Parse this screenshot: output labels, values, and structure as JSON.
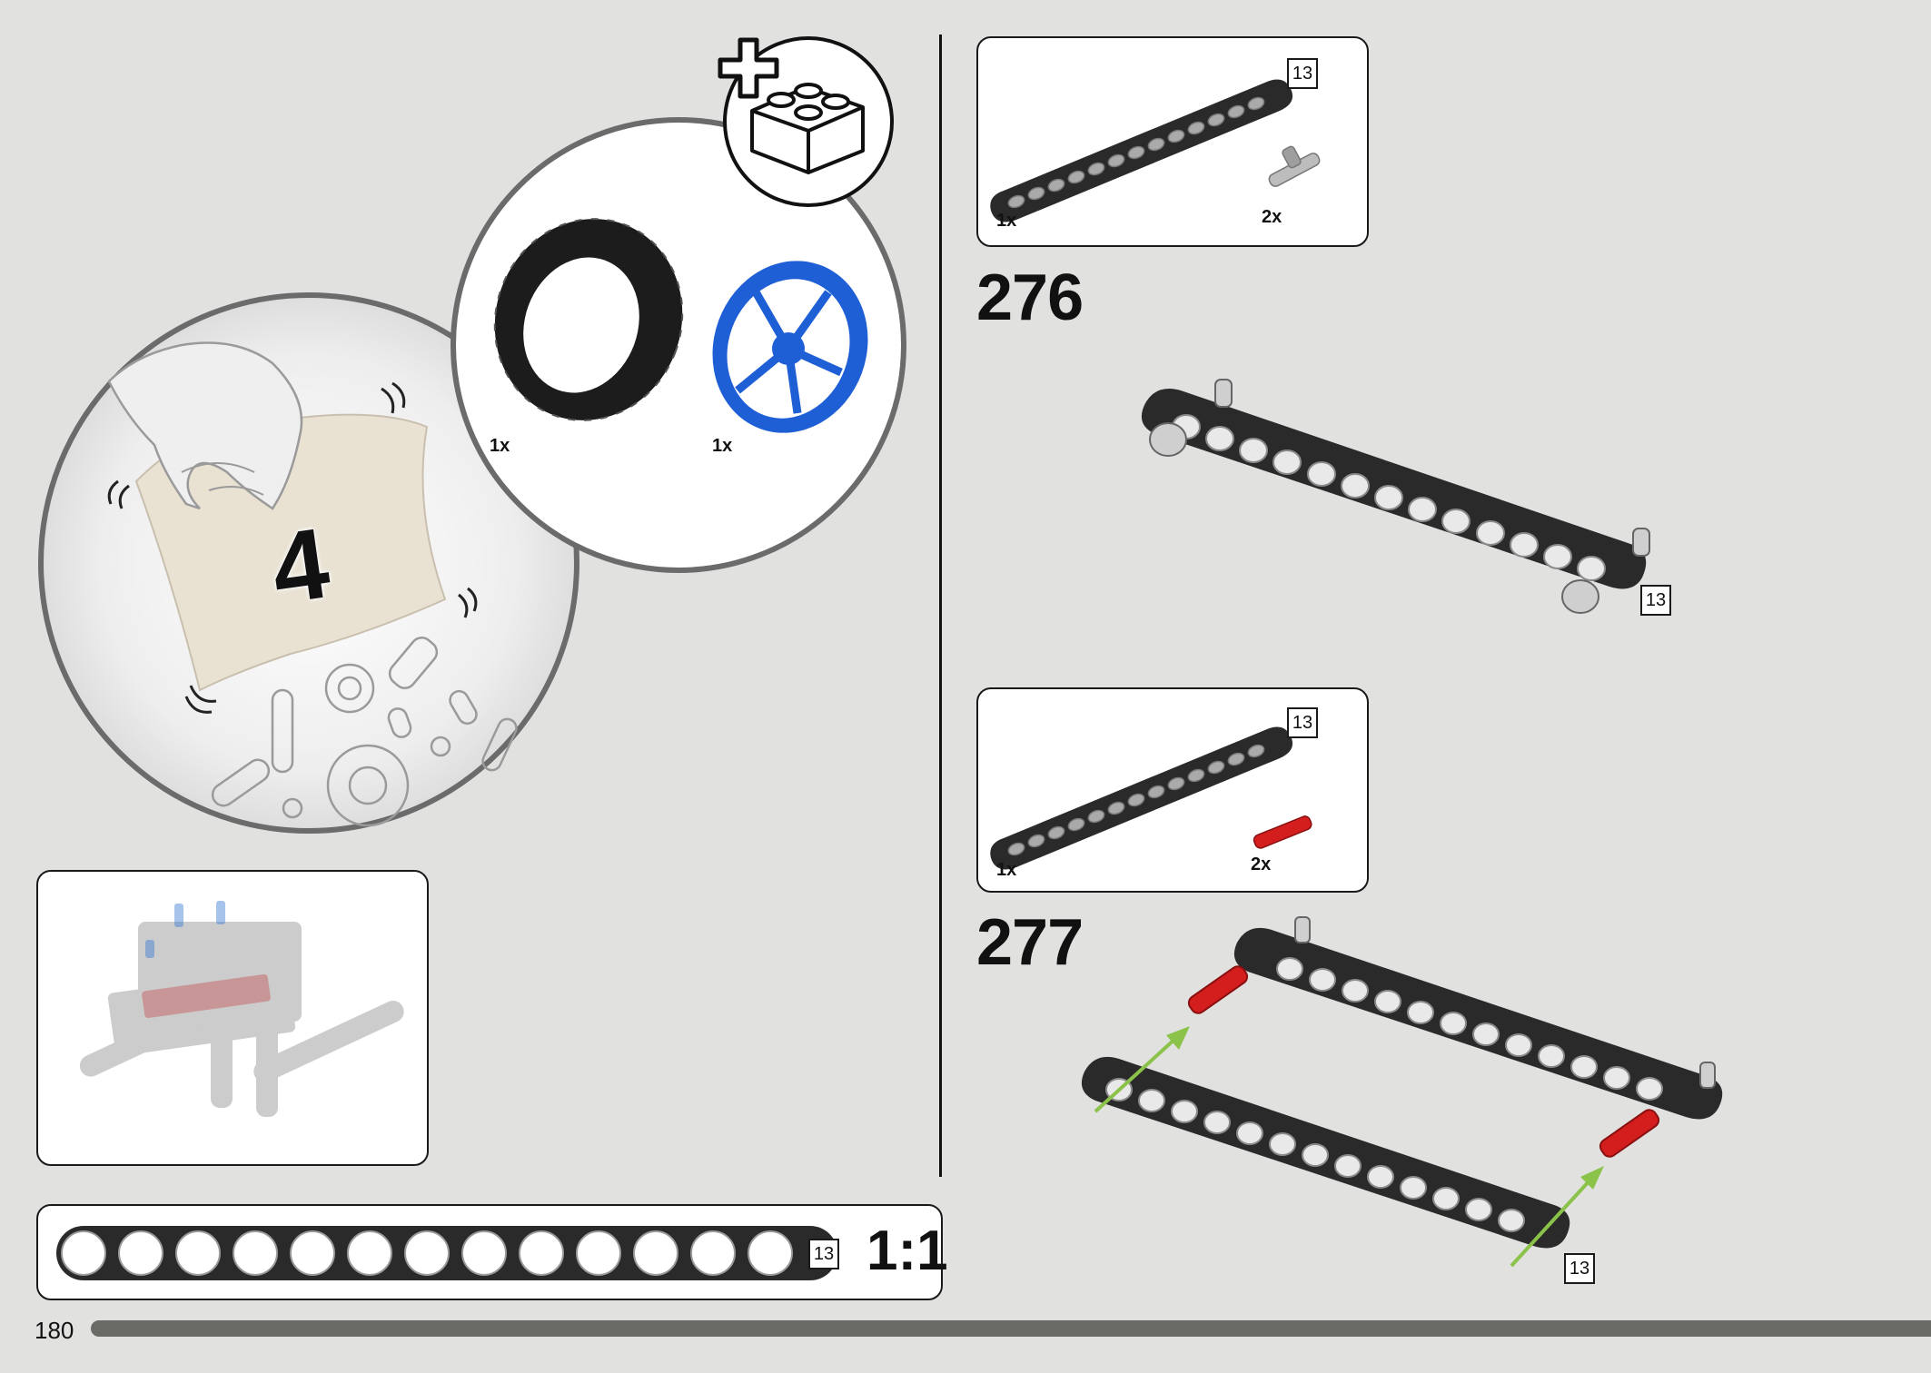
{
  "page": {
    "number": "180"
  },
  "bag_callout": {
    "bag_number": "4"
  },
  "new_parts_callout": {
    "parts": [
      {
        "part": "tire-icon",
        "count": "1x",
        "color": "#1c1c1c"
      },
      {
        "part": "wheel-rim-icon",
        "count": "1x",
        "color": "#1e5fd6"
      }
    ]
  },
  "scale_bar": {
    "beam_length": "13",
    "scale": "1:1"
  },
  "steps": [
    {
      "number": "276",
      "parts": [
        {
          "part": "beam-13-icon",
          "count": "1x",
          "length": "13"
        },
        {
          "part": "grey-axle-pin-icon",
          "count": "2x"
        }
      ],
      "model_beam_length": "13"
    },
    {
      "number": "277",
      "parts": [
        {
          "part": "beam-13-icon",
          "count": "1x",
          "length": "13"
        },
        {
          "part": "red-axle-pin-icon",
          "count": "2x"
        }
      ],
      "model_beam_length": "13"
    }
  ],
  "colors": {
    "beam": "#2a2a2a",
    "rim_blue": "#1e5fd6",
    "pin_red": "#d41e1e",
    "arrow_green": "#8bc34a",
    "background": "#e1e1e0"
  }
}
